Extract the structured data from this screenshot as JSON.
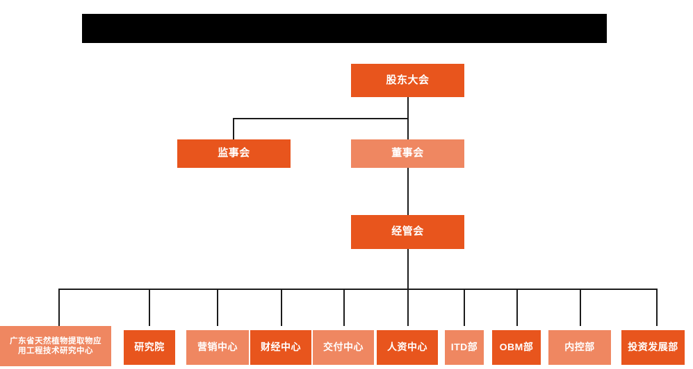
{
  "document": {
    "type": "organization-chart",
    "orientation": "top-down",
    "background_color": "#ffffff"
  },
  "header": {
    "redacted_bar_label": "",
    "redacted": true
  },
  "colors": {
    "node_dark": "#e8551d",
    "node_light": "#ef8761",
    "connector": "#1a1a1a",
    "node_text": "#ffffff",
    "background": "#ffffff"
  },
  "nodes": {
    "shareholders_meeting": {
      "label": "股东大会",
      "fill": "dark",
      "level": 1
    },
    "supervisory_board": {
      "label": "监事会",
      "fill": "dark",
      "level": 2
    },
    "board_of_directors": {
      "label": "董事会",
      "fill": "light",
      "level": 2
    },
    "management_committee": {
      "label": "经管会",
      "fill": "dark",
      "level": 3
    }
  },
  "departments": [
    {
      "label": "广东省天然植物提取物应\n用工程技术研究中心",
      "line1": "广东省天然植物提取物应",
      "line2": "用工程技术研究中心",
      "fill": "light",
      "multiline": true
    },
    {
      "label": "研究院",
      "fill": "dark",
      "multiline": false
    },
    {
      "label": "营销中心",
      "fill": "light",
      "multiline": false
    },
    {
      "label": "财经中心",
      "fill": "dark",
      "multiline": false
    },
    {
      "label": "交付中心",
      "fill": "light",
      "multiline": false
    },
    {
      "label": "人资中心",
      "fill": "dark",
      "multiline": false
    },
    {
      "label": "ITD部",
      "fill": "light",
      "multiline": false
    },
    {
      "label": "OBM部",
      "fill": "dark",
      "multiline": false
    },
    {
      "label": "内控部",
      "fill": "light",
      "multiline": false
    },
    {
      "label": "投资发展部",
      "fill": "dark",
      "multiline": false
    }
  ]
}
